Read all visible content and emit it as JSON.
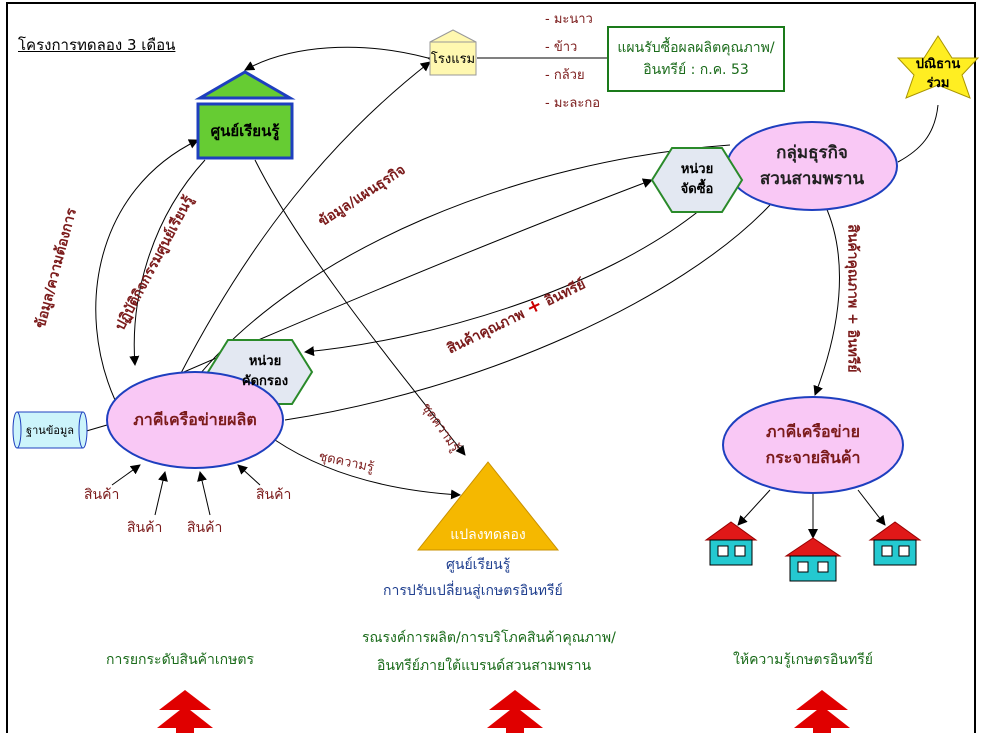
{
  "title": "โครงการทดลอง 3 เดือน",
  "nodes": {
    "learning_center": "ศูนย์เรียนรู้",
    "hotel": "โรงแรม",
    "purchase_plan": [
      "แผนรับซื้อผลผลิตคุณภาพ/",
      "อินทรีย์ : ก.ค. 53"
    ],
    "co_sponsor": [
      "ปณิธาน",
      "ร่วม"
    ],
    "business_group": [
      "กลุ่มธุรกิจ",
      "สวนสามพราน"
    ],
    "purchasing_unit": [
      "หน่วย",
      "จัดซื้อ"
    ],
    "screening_unit": [
      "หน่วย",
      "คัดกรอง"
    ],
    "producer_network": "ภาคีเครือข่ายผลิต",
    "distributor_network": [
      "ภาคีเครือข่าย",
      "กระจายสินค้า"
    ],
    "database": "ฐานข้อมูล",
    "trial_plot": "แปลงทดลอง",
    "trial_caption": [
      "ศูนย์เรียนรู้",
      "การปรับเปลี่ยนสู่เกษตรอินทรีย์"
    ]
  },
  "products": [
    "- มะนาว",
    "- ข้าว",
    "- กล้วย",
    "- มะละกอ"
  ],
  "edge_labels": {
    "info_needs": "ข้อมูล/ความต้องการ",
    "center_activities": "ปฏิบัติกิจกรรมศูนย์เรียนรู้",
    "info_business_plan": "ข้อมูล/แผนธุรกิจ",
    "quality_organic_prefix": "สินค้าคุณภาพ",
    "quality_organic_plus": "+",
    "quality_organic_suffix": "อินทรีย์",
    "knowledge_kit_1": "ชุดความรู้",
    "knowledge_kit_2": "ชุดความรู้",
    "distribution_label": "สินค้าคุณภาพ + อินทรีย์"
  },
  "goods_labels": [
    "สินค้า",
    "สินค้า",
    "สินค้า",
    "สินค้า"
  ],
  "outcomes": {
    "left": "การยกระดับสินค้าเกษตร",
    "middle": [
      "รณรงค์การผลิต/การบริโภคสินค้าคุณภาพ/",
      "อินทรีย์ภายใต้แบรนด์สวนสามพราน"
    ],
    "right": "ให้ความรู้เกษตรอินทรีย์"
  },
  "colors": {
    "maroon": "#7b1b1b",
    "ellipse_fill": "#f9c8f5",
    "ellipse_stroke": "#1e3fbf",
    "green_box": "#66cc33",
    "triangle": "#f5b800",
    "arrow_red": "#e00000"
  }
}
